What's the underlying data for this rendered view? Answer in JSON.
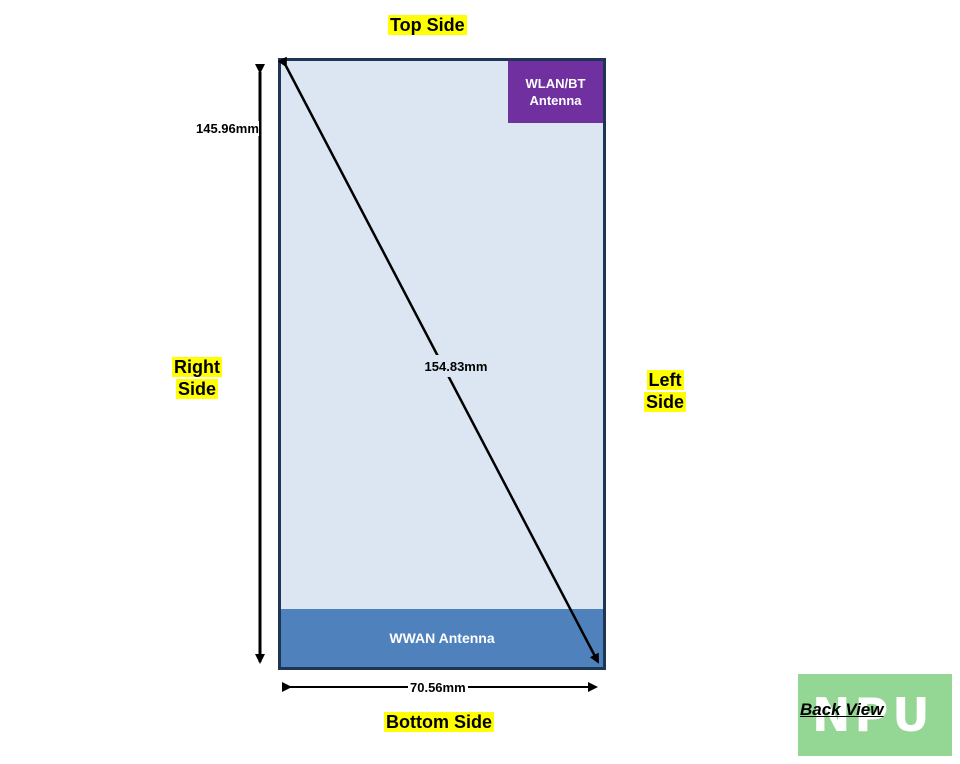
{
  "labels": {
    "top": "Top Side",
    "bottom": "Bottom Side",
    "right_line1": "Right",
    "right_line2": "Side",
    "left_line1": "Left",
    "left_line2": "Side",
    "back_view": "Back View"
  },
  "antennas": {
    "wlan_line1": "WLAN/BT",
    "wlan_line2": "Antenna",
    "wwan": "WWAN Antenna"
  },
  "dimensions": {
    "height": "145.96mm",
    "width": "70.56mm",
    "diagonal": "154.83mm"
  },
  "watermark": {
    "text": "NPU"
  },
  "colors": {
    "highlight": "#ffff00",
    "device_fill": "#dce6f2",
    "device_border": "#1f3555",
    "wlan": "#7030a0",
    "wwan": "#4f81bd",
    "watermark": "#8fd48f"
  }
}
